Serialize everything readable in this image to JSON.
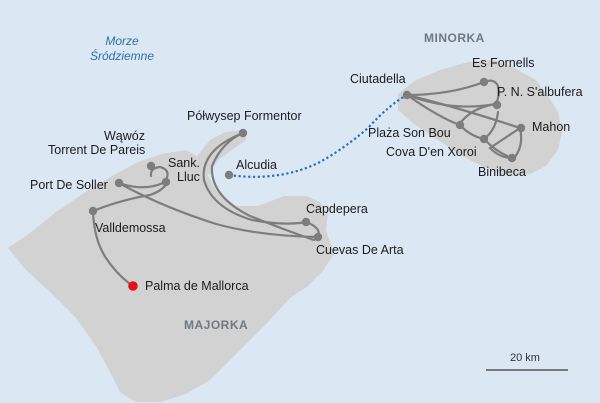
{
  "sea": {
    "line1": "Morze",
    "line2": "Śródziemne"
  },
  "islands": {
    "minorca": "MINORKA",
    "majorca": "MAJORKA"
  },
  "places": {
    "es_fornells": "Es Fornells",
    "ciutadella": "Ciutadella",
    "pn_salbufera": "P. N. S'albufera",
    "mahon": "Mahon",
    "plaza_son_bou": "Plaża Son Bou",
    "cova_den_xoroi": "Cova D'en Xoroi",
    "binibeca": "Binibeca",
    "polwysep_formentor": "Półwysep Formentor",
    "wawoz_line1": "Wąwóz",
    "wawoz_line2": "Torrent De Pareis",
    "sank_lluc_line1": "Sank.",
    "sank_lluc_line2": "Lluc",
    "alcudia": "Alcudia",
    "port_de_soller": "Port De Soller",
    "capdepera": "Capdepera",
    "valldemossa": "Valldemossa",
    "cuevas_de_arta": "Cuevas De Arta",
    "palma": "Palma de Mallorca"
  },
  "scale": {
    "label": "20 km"
  },
  "colors": {
    "sea": "#dbe8f4",
    "land": "#d2d2d2",
    "route": "#7d7d7d",
    "ferry": "#1f6fc0",
    "capital": "#e8101a"
  }
}
